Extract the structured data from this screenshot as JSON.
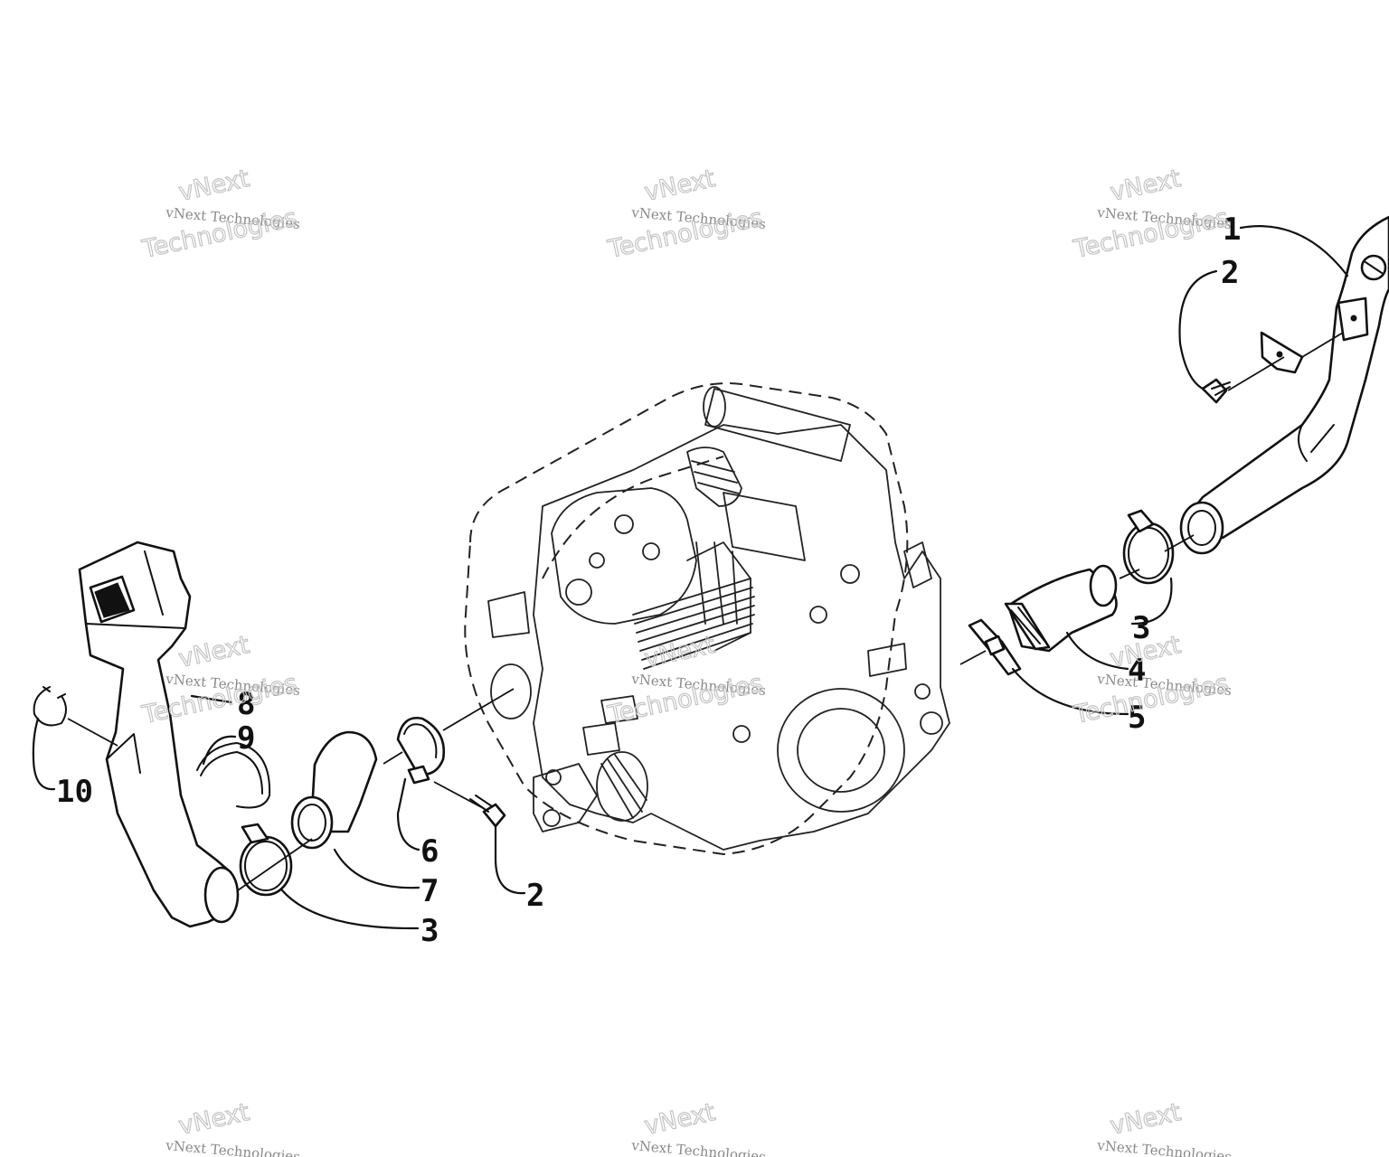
{
  "watermark": {
    "line1": "vNext",
    "line2": "vNext Technologies",
    "line3": "Technologies"
  },
  "callouts": {
    "c1": "1",
    "c2_top": "2",
    "c3_right": "3",
    "c4": "4",
    "c5": "5",
    "c8": "8",
    "c9": "9",
    "c10": "10",
    "c6": "6",
    "c7": "7",
    "c2_bottom": "2",
    "c3_left": "3"
  }
}
